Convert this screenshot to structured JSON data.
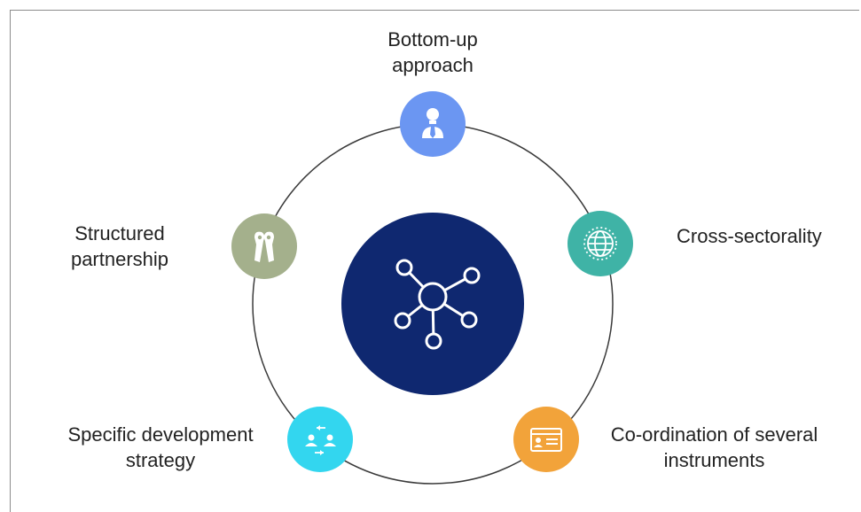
{
  "nodes": [
    {
      "id": "bottom-up",
      "label_lines": [
        "Bottom-up",
        "approach"
      ],
      "color": "#6b96f2",
      "icon": "lightbulb-person-icon"
    },
    {
      "id": "cross-sectorality",
      "label_lines": [
        "Cross-sectorality"
      ],
      "color": "#3fb3a6",
      "icon": "globe-icon"
    },
    {
      "id": "coordination",
      "label_lines": [
        "Co-ordination of several",
        "instruments"
      ],
      "color": "#f2a33a",
      "icon": "id-card-icon"
    },
    {
      "id": "development-strategy",
      "label_lines": [
        "Specific development",
        "strategy"
      ],
      "color": "#33d6ef",
      "icon": "people-exchange-icon"
    },
    {
      "id": "partnership",
      "label_lines": [
        "Structured",
        "partnership"
      ],
      "color": "#a4b08c",
      "icon": "handshake-icon"
    }
  ],
  "center": {
    "color": "#0f2870",
    "icon": "network-hub-icon"
  },
  "ring_color": "#3a3a3a"
}
